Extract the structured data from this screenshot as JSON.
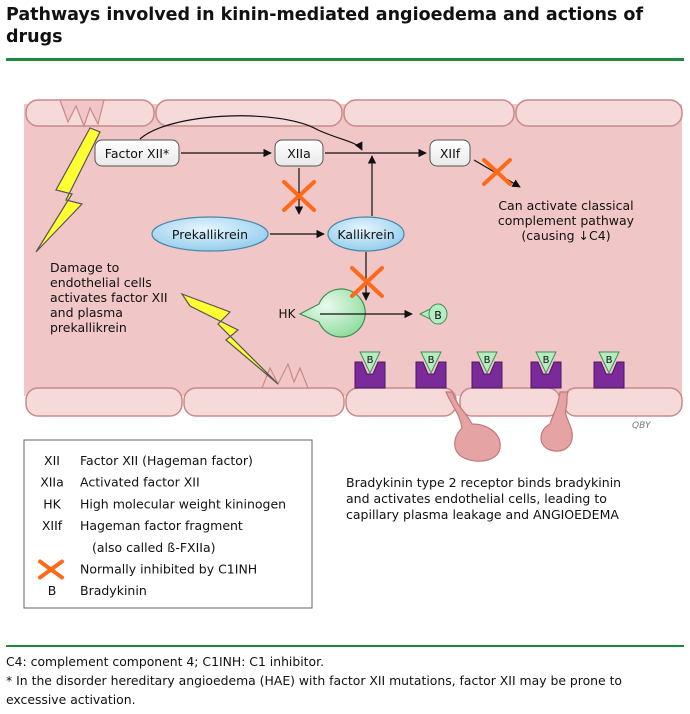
{
  "title": "Pathways involved in kinin-mediated angioedema and actions of drugs",
  "diagram": {
    "nodes": {
      "factor_xii": "Factor XII*",
      "xiia": "XIIa",
      "xiif": "XIIf",
      "prekallikrein": "Prekallikrein",
      "kallikrein": "Kallikrein",
      "hk": "HK",
      "b": "B"
    },
    "damage_text": [
      "Damage to",
      "endothelial cells",
      "activates factor XII",
      "and plasma",
      "prekallikrein"
    ],
    "complement_text": [
      "Can activate classical",
      "complement pathway",
      "(causing ↓C4)"
    ],
    "receptor_text": [
      "Bradykinin type 2 receptor binds bradykinin",
      "and activates endothelial cells, leading to",
      "capillary plasma leakage and ANGIOEDEMA"
    ],
    "signature": "QBY",
    "legend": [
      {
        "abbr": "XII",
        "desc": "Factor XII (Hageman factor)"
      },
      {
        "abbr": "XIIa",
        "desc": "Activated factor XII"
      },
      {
        "abbr": "HK",
        "desc": "High molecular weight kininogen"
      },
      {
        "abbr": "XIIf",
        "desc": "Hageman factor fragment"
      },
      {
        "abbr": "",
        "desc": "(also called ß-FXIIa)"
      },
      {
        "abbr": "",
        "desc": "Normally inhibited by C1INH"
      },
      {
        "abbr": "B",
        "desc": "Bradykinin"
      }
    ],
    "colors": {
      "vessel_fill": "#f1c6c6",
      "cell_fill": "#f6d9d9",
      "cell_stroke": "#c98a8a",
      "bolt": "#ffff33",
      "inhibit_x": "#ff6a1a",
      "prekallikrein_fill": "#a9d8f2",
      "hk_fill": "#b6ecc2",
      "receptor": "#7b2a9a",
      "rule": "#1f8a3d"
    }
  },
  "footnotes": [
    "C4: complement component 4; C1INH: C1 inhibitor.",
    "* In the disorder hereditary angioedema (HAE) with factor XII mutations, factor XII may be prone to",
    "excessive activation."
  ]
}
